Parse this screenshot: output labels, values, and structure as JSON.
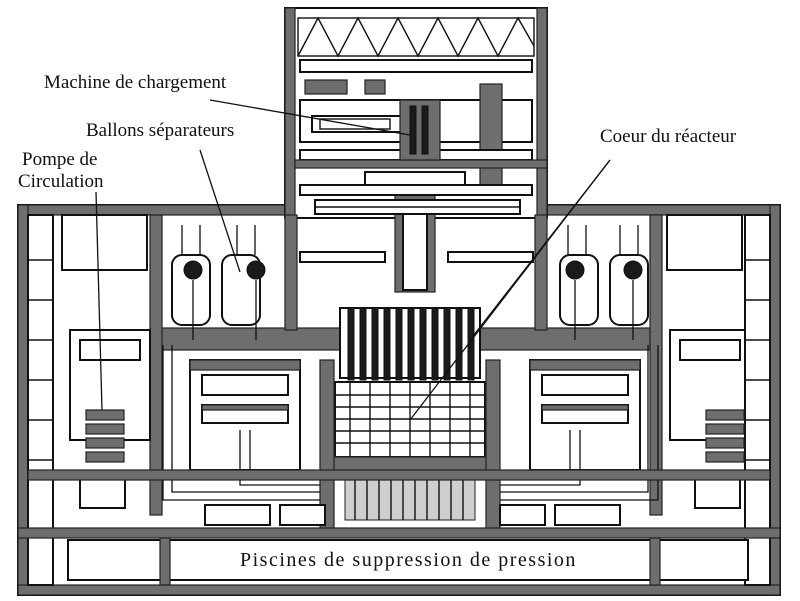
{
  "labels": {
    "machine": "Machine de chargement",
    "ballons": "Ballons séparateurs",
    "pompe_line1": "Pompe de",
    "pompe_line2": "Circulation",
    "coeur": "Coeur du réacteur",
    "piscines": "Piscines de suppression de pression"
  },
  "colors": {
    "structure": "#6e6e6e",
    "core": "#1a1a1a",
    "background": "#ffffff"
  }
}
